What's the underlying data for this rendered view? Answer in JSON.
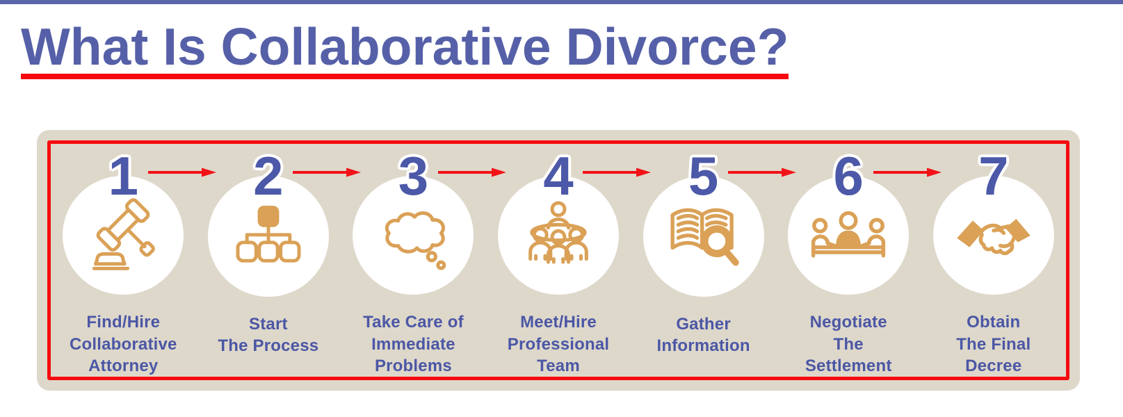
{
  "page": {
    "title": "What Is Collaborative Divorce?"
  },
  "colors": {
    "top_bar": "#5a66a9",
    "title": "#5660a8",
    "underline": "#f50b0f",
    "panel_bg": "#ded8cb",
    "frame": "#f50b0f",
    "number": "#4c58a8",
    "label": "#4b57a5",
    "icon": "#daa157",
    "circle": "#ffffff",
    "arrow": "#f21318"
  },
  "process": {
    "steps": [
      {
        "number": "1",
        "label": "Find/Hire\nCollaborative\nAttorney",
        "icon": "gavel-icon"
      },
      {
        "number": "2",
        "label": "Start\nThe Process",
        "icon": "org-chart-icon"
      },
      {
        "number": "3",
        "label": "Take Care of\nImmediate\nProblems",
        "icon": "thought-cloud-icon"
      },
      {
        "number": "4",
        "label": "Meet/Hire\nProfessional\nTeam",
        "icon": "meeting-team-icon"
      },
      {
        "number": "5",
        "label": "Gather\nInformation",
        "icon": "book-magnifier-icon"
      },
      {
        "number": "6",
        "label": "Negotiate\nThe\nSettlement",
        "icon": "negotiation-table-icon"
      },
      {
        "number": "7",
        "label": "Obtain\nThe Final\nDecree",
        "icon": "handshake-icon"
      }
    ]
  }
}
